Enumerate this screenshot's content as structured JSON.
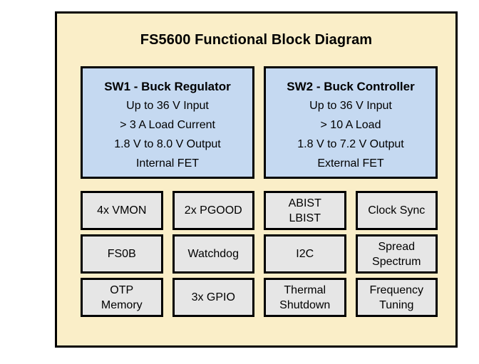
{
  "diagram": {
    "title": "FS5600 Functional Block Diagram",
    "colors": {
      "panel_background": "#faeec8",
      "panel_border": "#000000",
      "switcher_block_fill": "#c5d9f1",
      "feature_block_fill": "#e6e6e6",
      "text": "#000000",
      "page_background": "#ffffff"
    },
    "switchers": [
      {
        "title": "SW1 - Buck Regulator",
        "lines": [
          "Up to 36 V Input",
          "> 3 A Load Current",
          "1.8 V to 8.0 V Output",
          "Internal FET"
        ]
      },
      {
        "title": "SW2 - Buck Controller",
        "lines": [
          "Up to 36 V Input",
          "> 10 A Load",
          "1.8 V to 7.2 V Output",
          "External FET"
        ]
      }
    ],
    "features": [
      {
        "lines": [
          "4x VMON"
        ]
      },
      {
        "lines": [
          "2x PGOOD"
        ]
      },
      {
        "lines": [
          "ABIST",
          "LBIST"
        ]
      },
      {
        "lines": [
          "Clock Sync"
        ]
      },
      {
        "lines": [
          "FS0B"
        ]
      },
      {
        "lines": [
          "Watchdog"
        ]
      },
      {
        "lines": [
          "I2C"
        ]
      },
      {
        "lines": [
          "Spread",
          "Spectrum"
        ]
      },
      {
        "lines": [
          "OTP",
          "Memory"
        ]
      },
      {
        "lines": [
          "3x GPIO"
        ]
      },
      {
        "lines": [
          "Thermal",
          "Shutdown"
        ]
      },
      {
        "lines": [
          "Frequency",
          "Tuning"
        ]
      }
    ]
  }
}
